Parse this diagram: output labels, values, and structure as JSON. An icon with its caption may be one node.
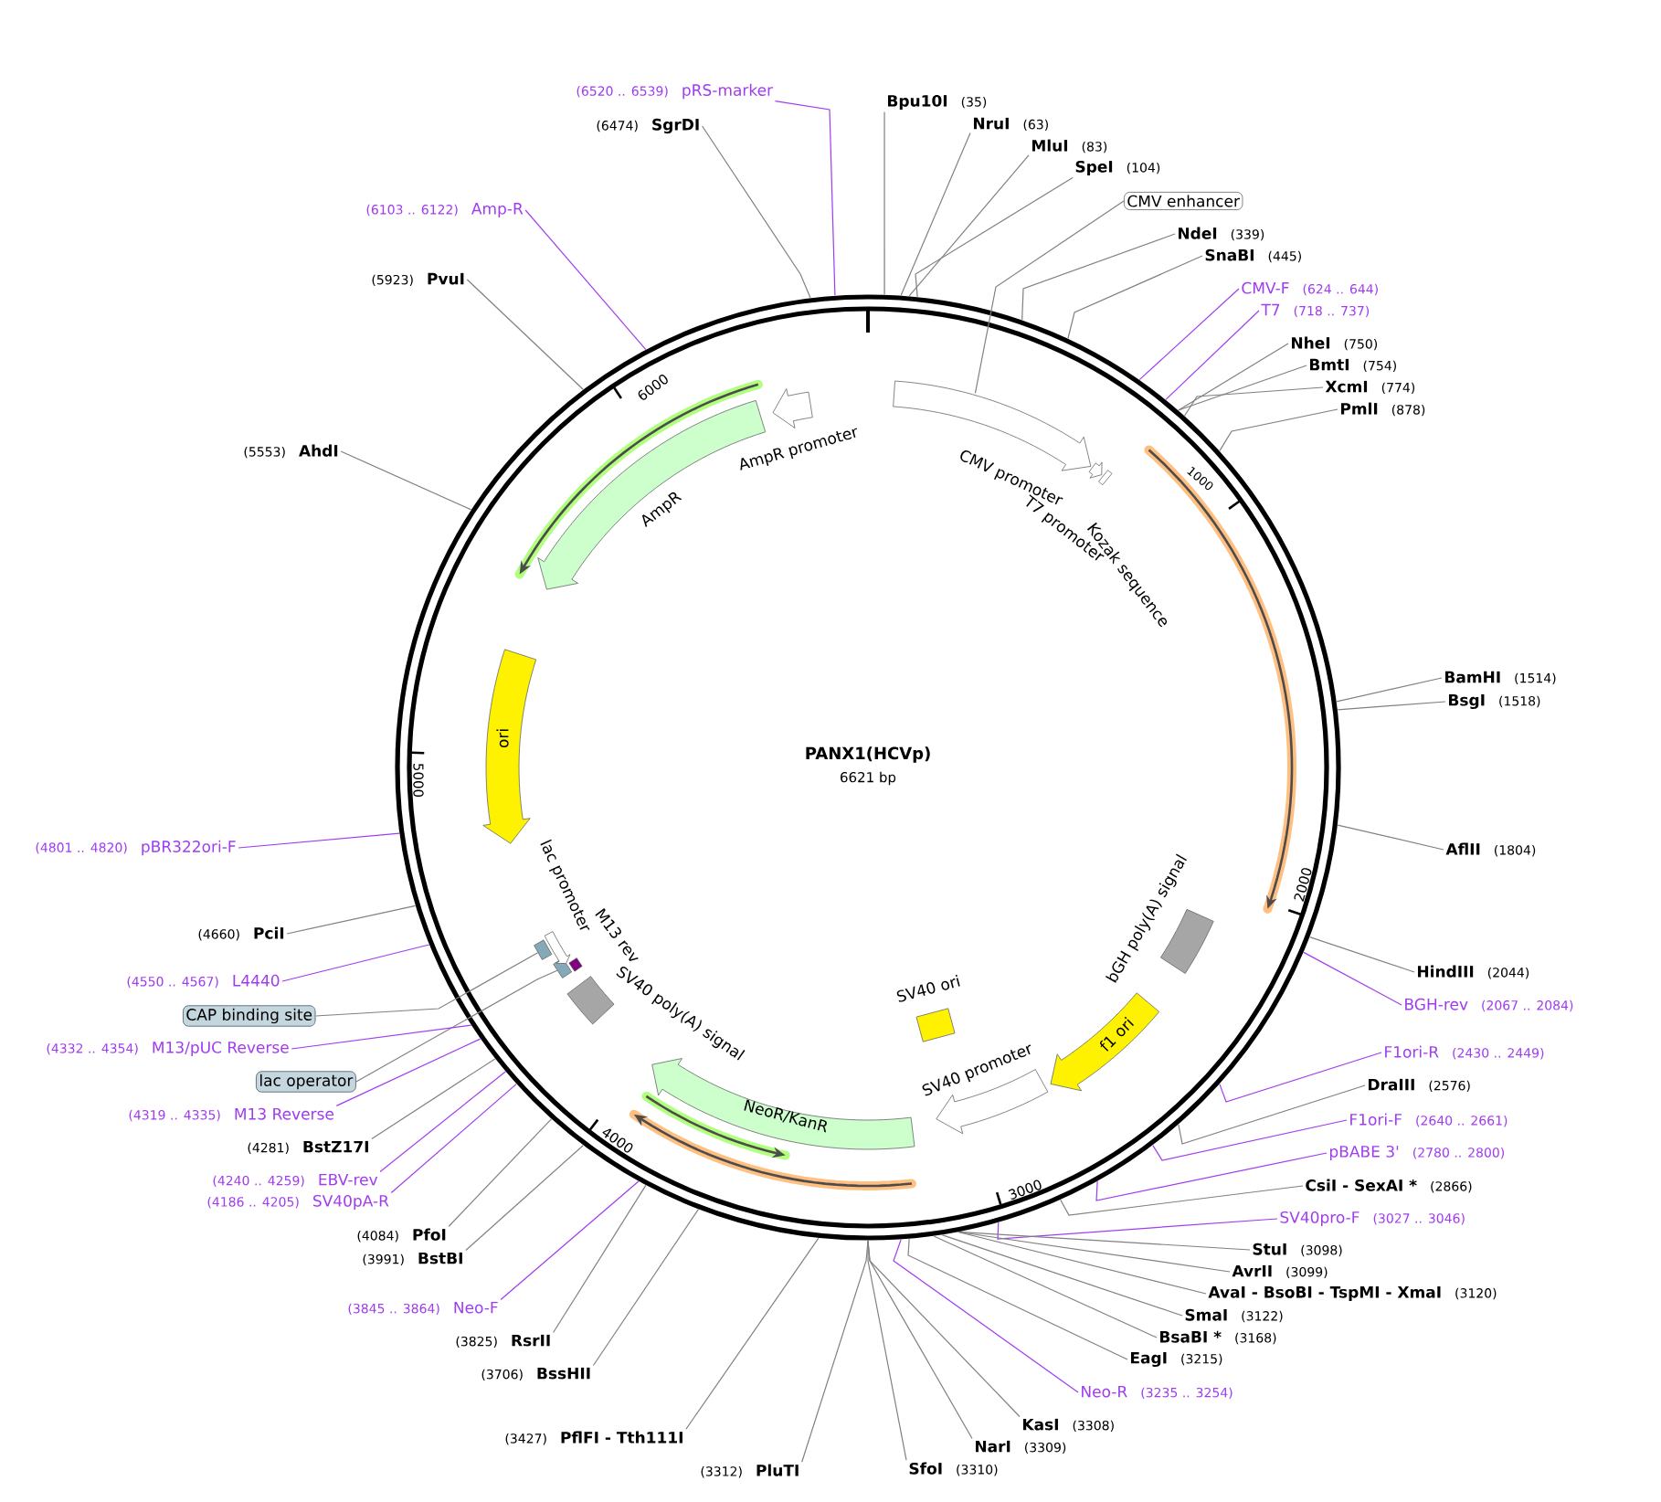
{
  "diagram": {
    "title": "PANX1(HCVp)",
    "nodes": [
      {
        "text": [
          "Bpu10I",
          "(35)"
        ]
      },
      {
        "text": [
          "NruI",
          "(63)"
        ]
      },
      {
        "text": [
          "MluI",
          "(83)"
        ]
      },
      {
        "text": [
          "SpeI",
          "(104)"
        ]
      },
      {
        "text": [
          "CMV enhancer"
        ]
      },
      {
        "text": [
          "NdeI",
          "(339)"
        ]
      },
      {
        "text": [
          "SnaBI",
          "(445)"
        ]
      },
      {
        "text": [
          "CMV-F",
          "(624 .. 644)"
        ]
      },
      {
        "text": [
          "T7",
          "(718 .. 737)"
        ]
      },
      {
        "text": [
          "NheI",
          "(750)"
        ]
      },
      {
        "text": [
          "BmtI",
          "(754)"
        ]
      },
      {
        "text": [
          "XcmI",
          "(774)"
        ]
      },
      {
        "text": [
          "PmlI",
          "(878)"
        ]
      },
      {
        "text": [
          "BamHI",
          "(1514)"
        ]
      },
      {
        "text": [
          "BsgI",
          "(1518)"
        ]
      },
      {
        "text": [
          "AflII",
          "(1804)"
        ]
      },
      {
        "text": [
          "HindIII",
          "(2044)"
        ]
      },
      {
        "text": [
          "BGH-rev",
          "(2067 .. 2084)"
        ]
      },
      {
        "text": [
          "F1ori-R",
          "(2430 .. 2449)"
        ]
      },
      {
        "text": [
          "DraIII",
          "(2576)"
        ]
      },
      {
        "text": [
          "F1ori-F",
          "(2640 .. 2661)"
        ]
      },
      {
        "text": [
          "pBABE 3'",
          "(2780 .. 2800)"
        ]
      },
      {
        "text": [
          "CsiI - SexAI *",
          "(2866)"
        ]
      },
      {
        "text": [
          "SV40pro-F",
          "(3027 .. 3046)"
        ]
      },
      {
        "text": [
          "StuI",
          "(3098)"
        ]
      },
      {
        "text": [
          "AvrII",
          "(3099)"
        ]
      },
      {
        "text": [
          "AvaI - BsoBI - TspMI - XmaI",
          "(3120)"
        ]
      },
      {
        "text": [
          "SmaI",
          "(3122)"
        ]
      },
      {
        "text": [
          "BsaBI *",
          "(3168)"
        ]
      },
      {
        "text": [
          "EagI",
          "(3215)"
        ]
      },
      {
        "text": [
          "Neo-R",
          "(3235 .. 3254)"
        ]
      },
      {
        "text": [
          "KasI",
          "(3308)"
        ]
      },
      {
        "text": [
          "NarI",
          "(3309)"
        ]
      },
      {
        "text": [
          "SfoI",
          "(3310)"
        ]
      },
      {
        "text": [
          "(3312)",
          "PluTI"
        ]
      },
      {
        "text": [
          "(3427)",
          "PflFI - Tth111I"
        ]
      },
      {
        "text": [
          "(3706)",
          "BssHII"
        ]
      },
      {
        "text": [
          "(3825)",
          "RsrII"
        ]
      },
      {
        "text": [
          "(3845 .. 3864)",
          "Neo-F"
        ]
      },
      {
        "text": [
          "(3991)",
          "BstBI"
        ]
      },
      {
        "text": [
          "(4084)",
          "PfoI"
        ]
      },
      {
        "text": [
          "(4186 .. 4205)",
          "SV40pA-R"
        ]
      },
      {
        "text": [
          "(4240 .. 4259)",
          "EBV-rev"
        ]
      },
      {
        "text": [
          "(4281)",
          "BstZ17I"
        ]
      },
      {
        "text": [
          "(4319 .. 4335)",
          "M13 Reverse"
        ]
      },
      {
        "text": [
          "lac operator"
        ]
      },
      {
        "text": [
          "(4332 .. 4354)",
          "M13/pUC Reverse"
        ]
      },
      {
        "text": [
          "CAP binding site"
        ]
      },
      {
        "text": [
          "(4550 .. 4567)",
          "L4440"
        ]
      },
      {
        "text": [
          "(4660)",
          "PciI"
        ]
      },
      {
        "text": [
          "(4801 .. 4820)",
          "pBR322ori-F"
        ]
      },
      {
        "text": [
          "(5553)",
          "AhdI"
        ]
      },
      {
        "text": [
          "(5923)",
          "PvuI"
        ]
      },
      {
        "text": [
          "(6103 .. 6122)",
          "Amp-R"
        ]
      },
      {
        "text": [
          "(6474)",
          "SgrDI"
        ]
      },
      {
        "text": [
          "(6520 .. 6539)",
          "pRS-marker"
        ]
      },
      {
        "text": [
          "CMV promoter"
        ],
        "in": 70
      },
      {
        "text": [
          "T7 promoter"
        ],
        "in": 70
      },
      {
        "text": [
          "Kozak sequence"
        ],
        "in": 70
      },
      {
        "text": [
          "bGH poly(A) signal"
        ],
        "in": 70
      },
      {
        "text": [
          "f1 ori"
        ],
        "in": 70
      },
      {
        "text": [
          "SV40 ori"
        ],
        "in": 70
      },
      {
        "text": [
          "SV40 promoter"
        ],
        "in": 70
      },
      {
        "text": [
          "NeoR/KanR"
        ],
        "in": 70
      },
      {
        "text": [
          "SV40 poly(A) signal"
        ],
        "in": 70
      },
      {
        "text": [
          "M13 rev"
        ],
        "in": 70
      },
      {
        "text": [
          "lac promoter"
        ],
        "in": 70
      },
      {
        "text": [
          "ori"
        ],
        "in": 70
      },
      {
        "text": [
          "AmpR"
        ],
        "in": 70
      },
      {
        "text": [
          "AmpR promoter"
        ],
        "in": 70
      },
      {
        "text": [],
        "shape": "circle"
      },
      {
        "text": [],
        "shape": "box",
        "in": 70
      },
      {
        "text": [],
        "shape": "box",
        "in": 70
      }
    ],
    "edges": [
      {
        "from": 0,
        "to": 70,
        "arrow": "none"
      },
      {
        "from": 1,
        "to": 70,
        "arrow": "none"
      },
      {
        "from": 2,
        "to": 70,
        "arrow": "none"
      },
      {
        "from": 3,
        "to": 70,
        "arrow": "none"
      },
      {
        "from": 4,
        "to": 56,
        "arrow": "none"
      },
      {
        "from": 5,
        "to": 70,
        "arrow": "none"
      },
      {
        "from": 6,
        "to": 70,
        "arrow": "none"
      },
      {
        "from": 7,
        "to": 70,
        "arrow": "none",
        "color": "#a03cf0"
      },
      {
        "from": 8,
        "to": 70,
        "arrow": "none",
        "color": "#a03cf0"
      },
      {
        "from": 9,
        "to": 70,
        "arrow": "none"
      },
      {
        "from": 10,
        "to": 70,
        "arrow": "none"
      },
      {
        "from": 11,
        "to": 70,
        "arrow": "none"
      },
      {
        "from": 12,
        "to": 70,
        "arrow": "none"
      },
      {
        "from": 13,
        "to": 70,
        "arrow": "none"
      },
      {
        "from": 14,
        "to": 70,
        "arrow": "none"
      },
      {
        "from": 15,
        "to": 70,
        "arrow": "none"
      },
      {
        "from": 16,
        "to": 70,
        "arrow": "none"
      },
      {
        "from": 17,
        "to": 70,
        "arrow": "none",
        "color": "#a03cf0"
      },
      {
        "from": 18,
        "to": 70,
        "arrow": "none",
        "color": "#a03cf0"
      },
      {
        "from": 19,
        "to": 70,
        "arrow": "none"
      },
      {
        "from": 20,
        "to": 70,
        "arrow": "none",
        "color": "#a03cf0"
      },
      {
        "from": 21,
        "to": 70,
        "arrow": "none",
        "color": "#a03cf0"
      },
      {
        "from": 22,
        "to": 70,
        "arrow": "none"
      },
      {
        "from": 23,
        "to": 70,
        "arrow": "none",
        "color": "#a03cf0"
      },
      {
        "from": 24,
        "to": 70,
        "arrow": "none"
      },
      {
        "from": 25,
        "to": 70,
        "arrow": "none"
      },
      {
        "from": 26,
        "to": 70,
        "arrow": "none"
      },
      {
        "from": 27,
        "to": 70,
        "arrow": "none"
      },
      {
        "from": 28,
        "to": 70,
        "arrow": "none"
      },
      {
        "from": 29,
        "to": 70,
        "arrow": "none"
      },
      {
        "from": 30,
        "to": 70,
        "arrow": "none",
        "color": "#a03cf0"
      },
      {
        "from": 31,
        "to": 70,
        "arrow": "none"
      },
      {
        "from": 32,
        "to": 70,
        "arrow": "none"
      },
      {
        "from": 33,
        "to": 70,
        "arrow": "none"
      },
      {
        "from": 34,
        "to": 70,
        "arrow": "none"
      },
      {
        "from": 35,
        "to": 70,
        "arrow": "none"
      },
      {
        "from": 36,
        "to": 70,
        "arrow": "none"
      },
      {
        "from": 37,
        "to": 70,
        "arrow": "none"
      },
      {
        "from": 38,
        "to": 70,
        "arrow": "none",
        "color": "#a03cf0"
      },
      {
        "from": 39,
        "to": 70,
        "arrow": "none"
      },
      {
        "from": 40,
        "to": 70,
        "arrow": "none"
      },
      {
        "from": 41,
        "to": 70,
        "arrow": "none",
        "color": "#a03cf0"
      },
      {
        "from": 42,
        "to": 70,
        "arrow": "none",
        "color": "#a03cf0"
      },
      {
        "from": 43,
        "to": 70,
        "arrow": "none"
      },
      {
        "from": 44,
        "to": 70,
        "arrow": "none",
        "color": "#a03cf0"
      },
      {
        "from": 45,
        "to": 72,
        "arrow": "none"
      },
      {
        "from": 46,
        "to": 70,
        "arrow": "none",
        "color": "#a03cf0"
      },
      {
        "from": 47,
        "to": 71,
        "arrow": "none"
      },
      {
        "from": 48,
        "to": 70,
        "arrow": "none",
        "color": "#a03cf0"
      },
      {
        "from": 49,
        "to": 70,
        "arrow": "none"
      },
      {
        "from": 50,
        "to": 70,
        "arrow": "none",
        "color": "#a03cf0"
      },
      {
        "from": 51,
        "to": 70,
        "arrow": "none"
      },
      {
        "from": 52,
        "to": 70,
        "arrow": "none"
      },
      {
        "from": 53,
        "to": 70,
        "arrow": "none",
        "color": "#a03cf0"
      },
      {
        "from": 54,
        "to": 70,
        "arrow": "none"
      },
      {
        "from": 55,
        "to": 70,
        "arrow": "none",
        "color": "#a03cf0"
      }
    ],
    "labels": [
      "6000",
      "1000",
      "6621 bp",
      "5000",
      "2000",
      "4000",
      "3000"
    ]
  }
}
